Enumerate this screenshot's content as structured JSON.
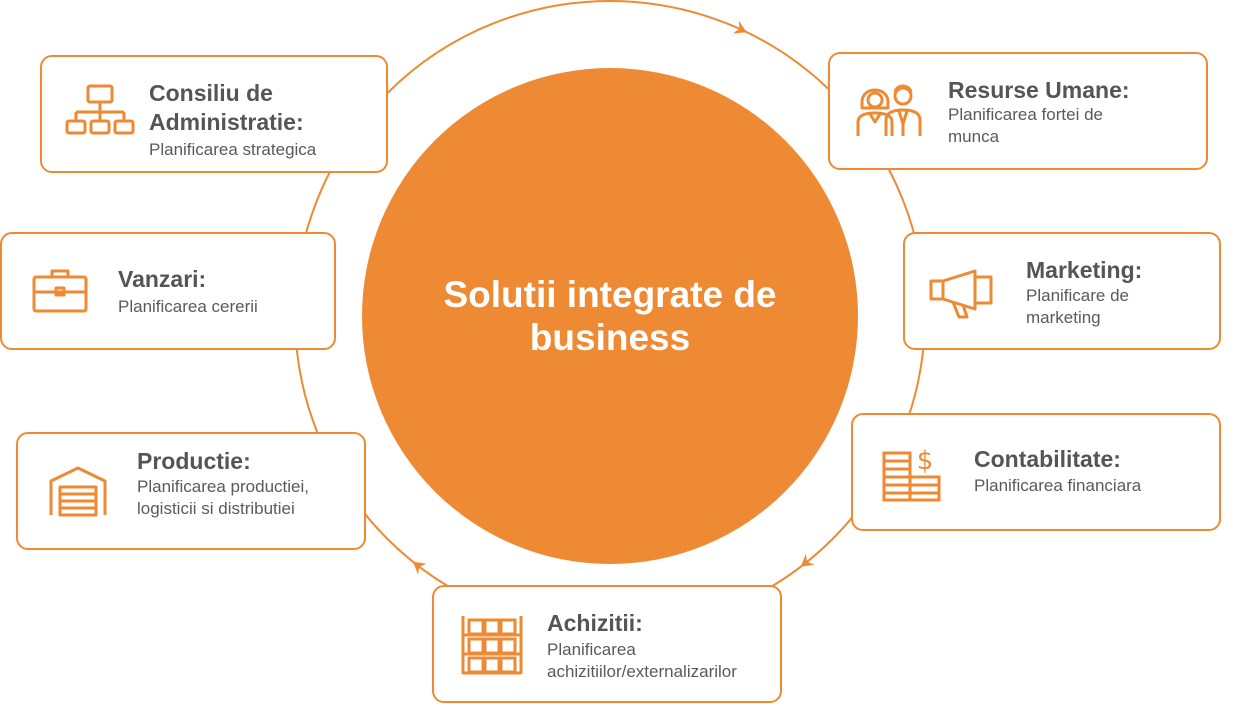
{
  "center": {
    "title": "Solutii integrate de business"
  },
  "colors": {
    "accent": "#ee8a33",
    "title_text": "#555555",
    "body_text": "#5a5a5a"
  },
  "cards": {
    "consiliu": {
      "title": "Consiliu de Administratie:",
      "desc": "Planificarea strategica",
      "icon": "org-chart-icon"
    },
    "resurse": {
      "title": "Resurse Umane:",
      "desc": "Planificarea fortei de munca",
      "icon": "people-icon"
    },
    "marketing": {
      "title": "Marketing:",
      "desc": "Planificare de marketing",
      "icon": "megaphone-icon"
    },
    "contabilitate": {
      "title": "Contabilitate:",
      "desc": "Planificarea financiara",
      "icon": "finance-icon"
    },
    "achizitii": {
      "title": "Achizitii:",
      "desc": "Planificarea achizitiilor/externalizarilor",
      "icon": "shelves-icon"
    },
    "productie": {
      "title": "Productie:",
      "desc": "Planificarea productiei, logisticii si distributiei",
      "icon": "warehouse-icon"
    },
    "vanzari": {
      "title": "Vanzari:",
      "desc": "Planificarea cererii",
      "icon": "briefcase-icon"
    }
  }
}
